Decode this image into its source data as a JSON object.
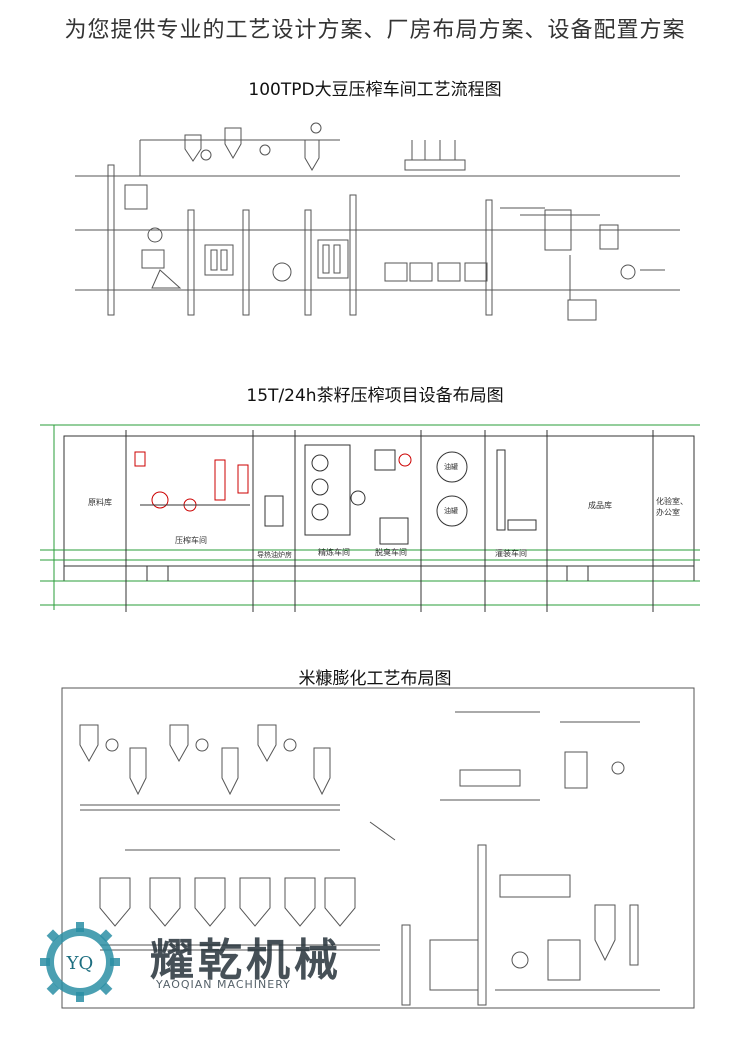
{
  "header": {
    "text": "为您提供专业的工艺设计方案、厂房布局方案、设备配置方案"
  },
  "sections": [
    {
      "title": "100TPD大豆压榨车间工艺流程图"
    },
    {
      "title": "15T/24h茶籽压榨项目设备布局图"
    },
    {
      "title": "米糠膨化工艺布局图"
    }
  ],
  "layout_labels": {
    "room1": "原料库",
    "room2": "压榨车间",
    "room3": "导热油炉房",
    "room4": "精炼车间",
    "room5": "脱臭车间",
    "room6": "灌装车间",
    "room7": "成品库",
    "room8": "化验室、办公室",
    "tank1": "油罐",
    "tank2": "油罐"
  },
  "logo": {
    "cn": "耀乾机械",
    "en": "YAOQIAN MACHINERY",
    "mark": "YQ"
  }
}
